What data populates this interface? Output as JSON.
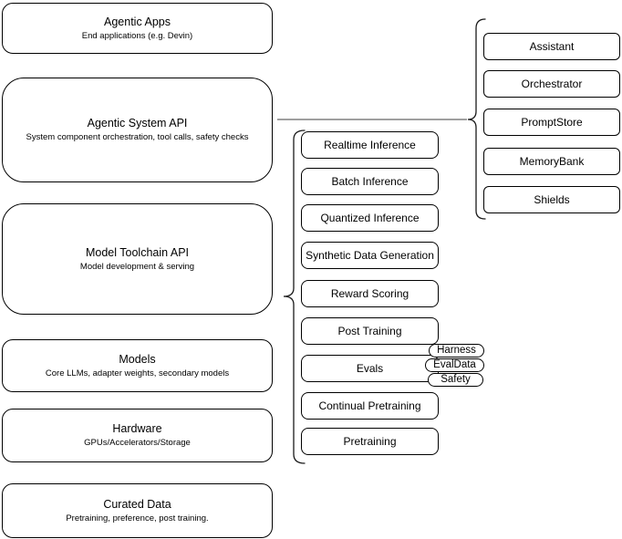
{
  "stack": [
    {
      "title": "Agentic Apps",
      "subtitle": "End applications (e.g. Devin)"
    },
    {
      "title": "Agentic System API",
      "subtitle": "System component orchestration, tool calls, safety checks"
    },
    {
      "title": "Model Toolchain API",
      "subtitle": "Model development & serving"
    },
    {
      "title": "Models",
      "subtitle": "Core LLMs, adapter weights, secondary models"
    },
    {
      "title": "Hardware",
      "subtitle": "GPUs/Accelerators/Storage"
    },
    {
      "title": "Curated Data",
      "subtitle": "Pretraining, preference, post training."
    }
  ],
  "toolchain_services": [
    "Realtime Inference",
    "Batch Inference",
    "Quantized Inference",
    "Synthetic Data Generation",
    "Reward Scoring",
    "Post Training",
    "Evals",
    "Continual Pretraining",
    "Pretraining"
  ],
  "evals_tags": [
    "Harness",
    "EvalData",
    "Safety"
  ],
  "system_components": [
    "Assistant",
    "Orchestrator",
    "PromptStore",
    "MemoryBank",
    "Shields"
  ],
  "colors": {
    "box_border": "#000000",
    "box_fill": "#ffffff",
    "connector": "#666666",
    "text": "#000000"
  }
}
